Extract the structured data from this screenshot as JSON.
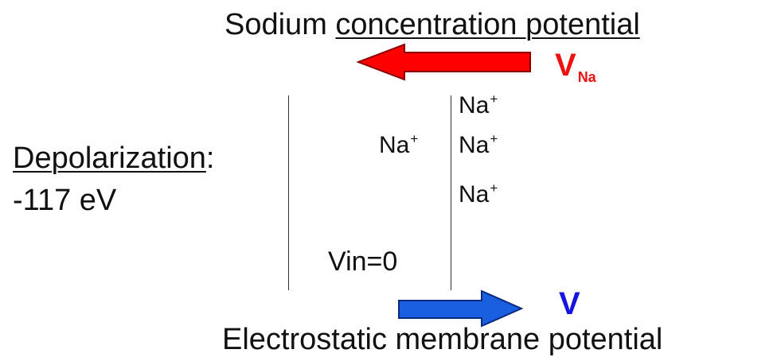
{
  "top": {
    "title_prefix": "Sodium",
    "title_underlined": "concentration potential",
    "vna_main": "V",
    "vna_sub": "Na"
  },
  "left": {
    "label": "Depolarization",
    "colon": ":",
    "value": "-117 eV"
  },
  "ions": [
    {
      "base": "Na",
      "charge": "+"
    },
    {
      "base": "Na",
      "charge": "+"
    },
    {
      "base": "Na",
      "charge": "+"
    },
    {
      "base": "Na",
      "charge": "+"
    }
  ],
  "inner": {
    "vin": "Vin=0"
  },
  "bottom": {
    "v_label": "V",
    "title": "Electrostatic membrane potential"
  },
  "colors": {
    "red_arrow": "#ff0000",
    "red_label": "#ee1111",
    "blue_arrow": "#1a5fe0",
    "blue_label": "#1515dd"
  }
}
